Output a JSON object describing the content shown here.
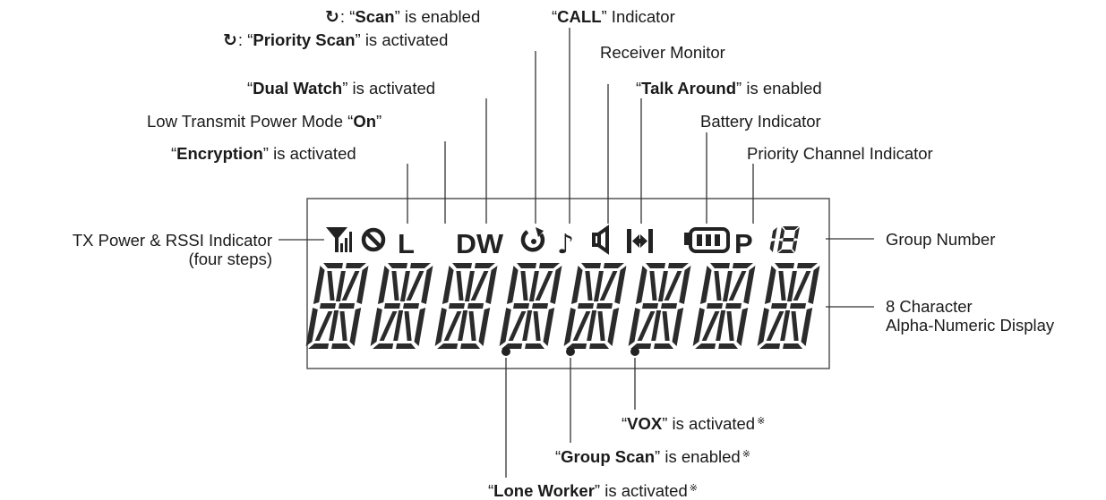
{
  "labels": {
    "scan": {
      "symbol": "↻",
      "colon": ": “",
      "bold": "Scan",
      "rest": "” is enabled"
    },
    "priority_scan": {
      "symbol": "↻",
      "colon": ": “",
      "bold": "Priority Scan",
      "rest": "” is activated"
    },
    "call": {
      "open": "“",
      "bold": "CALL",
      "rest": "” Indicator"
    },
    "receiver_monitor": "Receiver Monitor",
    "dual_watch": {
      "open": "“",
      "bold": "Dual Watch",
      "rest": "” is activated"
    },
    "talk_around": {
      "open": "“",
      "bold": "Talk Around",
      "rest": "” is enabled"
    },
    "low_power": {
      "text": "Low Transmit Power Mode “",
      "bold": "On",
      "rest": "”"
    },
    "battery": "Battery Indicator",
    "encryption": {
      "open": "“",
      "bold": "Encryption",
      "rest": "” is activated"
    },
    "priority_channel": "Priority Channel Indicator",
    "tx_power_line1": "TX Power & RSSI Indicator",
    "tx_power_line2": "(four steps)",
    "group_number": "Group Number",
    "alpha_line1": "8 Character",
    "alpha_line2": "Alpha-Numeric Display",
    "vox": {
      "open": "“",
      "bold": "VOX",
      "rest": "” is activated",
      "note": "※"
    },
    "group_scan": {
      "open": "“",
      "bold": "Group Scan",
      "rest": "” is enabled",
      "note": "※"
    },
    "lone_worker": {
      "open": "“",
      "bold": "Lone Worker",
      "rest": "” is activated",
      "note": "※"
    }
  },
  "display": {
    "icon_l": "L",
    "icon_dw": "DW",
    "icon_note": "♪",
    "icon_p": "P",
    "group_digits": "18",
    "char_count": 8
  },
  "colors": {
    "ink": "#1a1a1a",
    "segment": "#2b2b2b",
    "line": "#333333"
  }
}
